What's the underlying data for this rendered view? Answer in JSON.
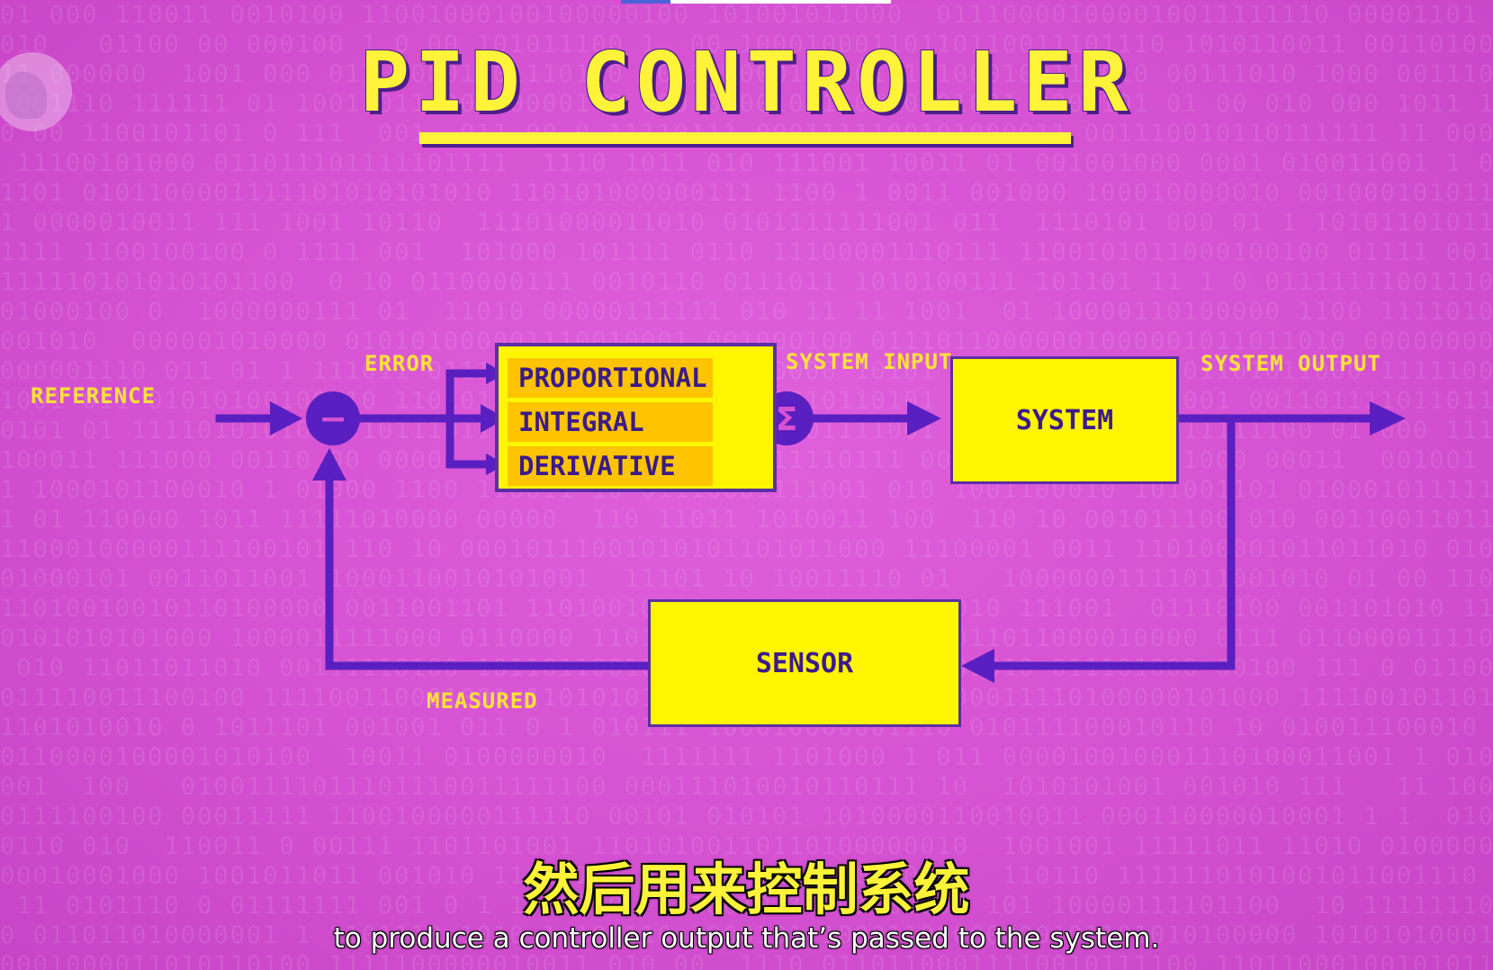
{
  "title": "PID CONTROLLER",
  "labels": {
    "reference": "REFERENCE",
    "error": "ERROR",
    "system_input": "SYSTEM INPUT",
    "system_output": "SYSTEM OUTPUT",
    "measured": "MEASURED"
  },
  "nodes": {
    "minus": "−",
    "sigma": "Σ"
  },
  "pid_terms": [
    "PROPORTIONAL",
    "INTEGRAL",
    "DERIVATIVE"
  ],
  "blocks": {
    "system": "SYSTEM",
    "sensor": "SENSOR"
  },
  "subtitles": {
    "chinese": "然后用来控制系统",
    "english": "to produce a controller output that’s passed to the system."
  },
  "colors": {
    "background": "#d552d2",
    "wire": "#5a1fc0",
    "block_fill": "#fff500",
    "term_fill": "#ffc400",
    "label": "#ffe23a"
  }
}
